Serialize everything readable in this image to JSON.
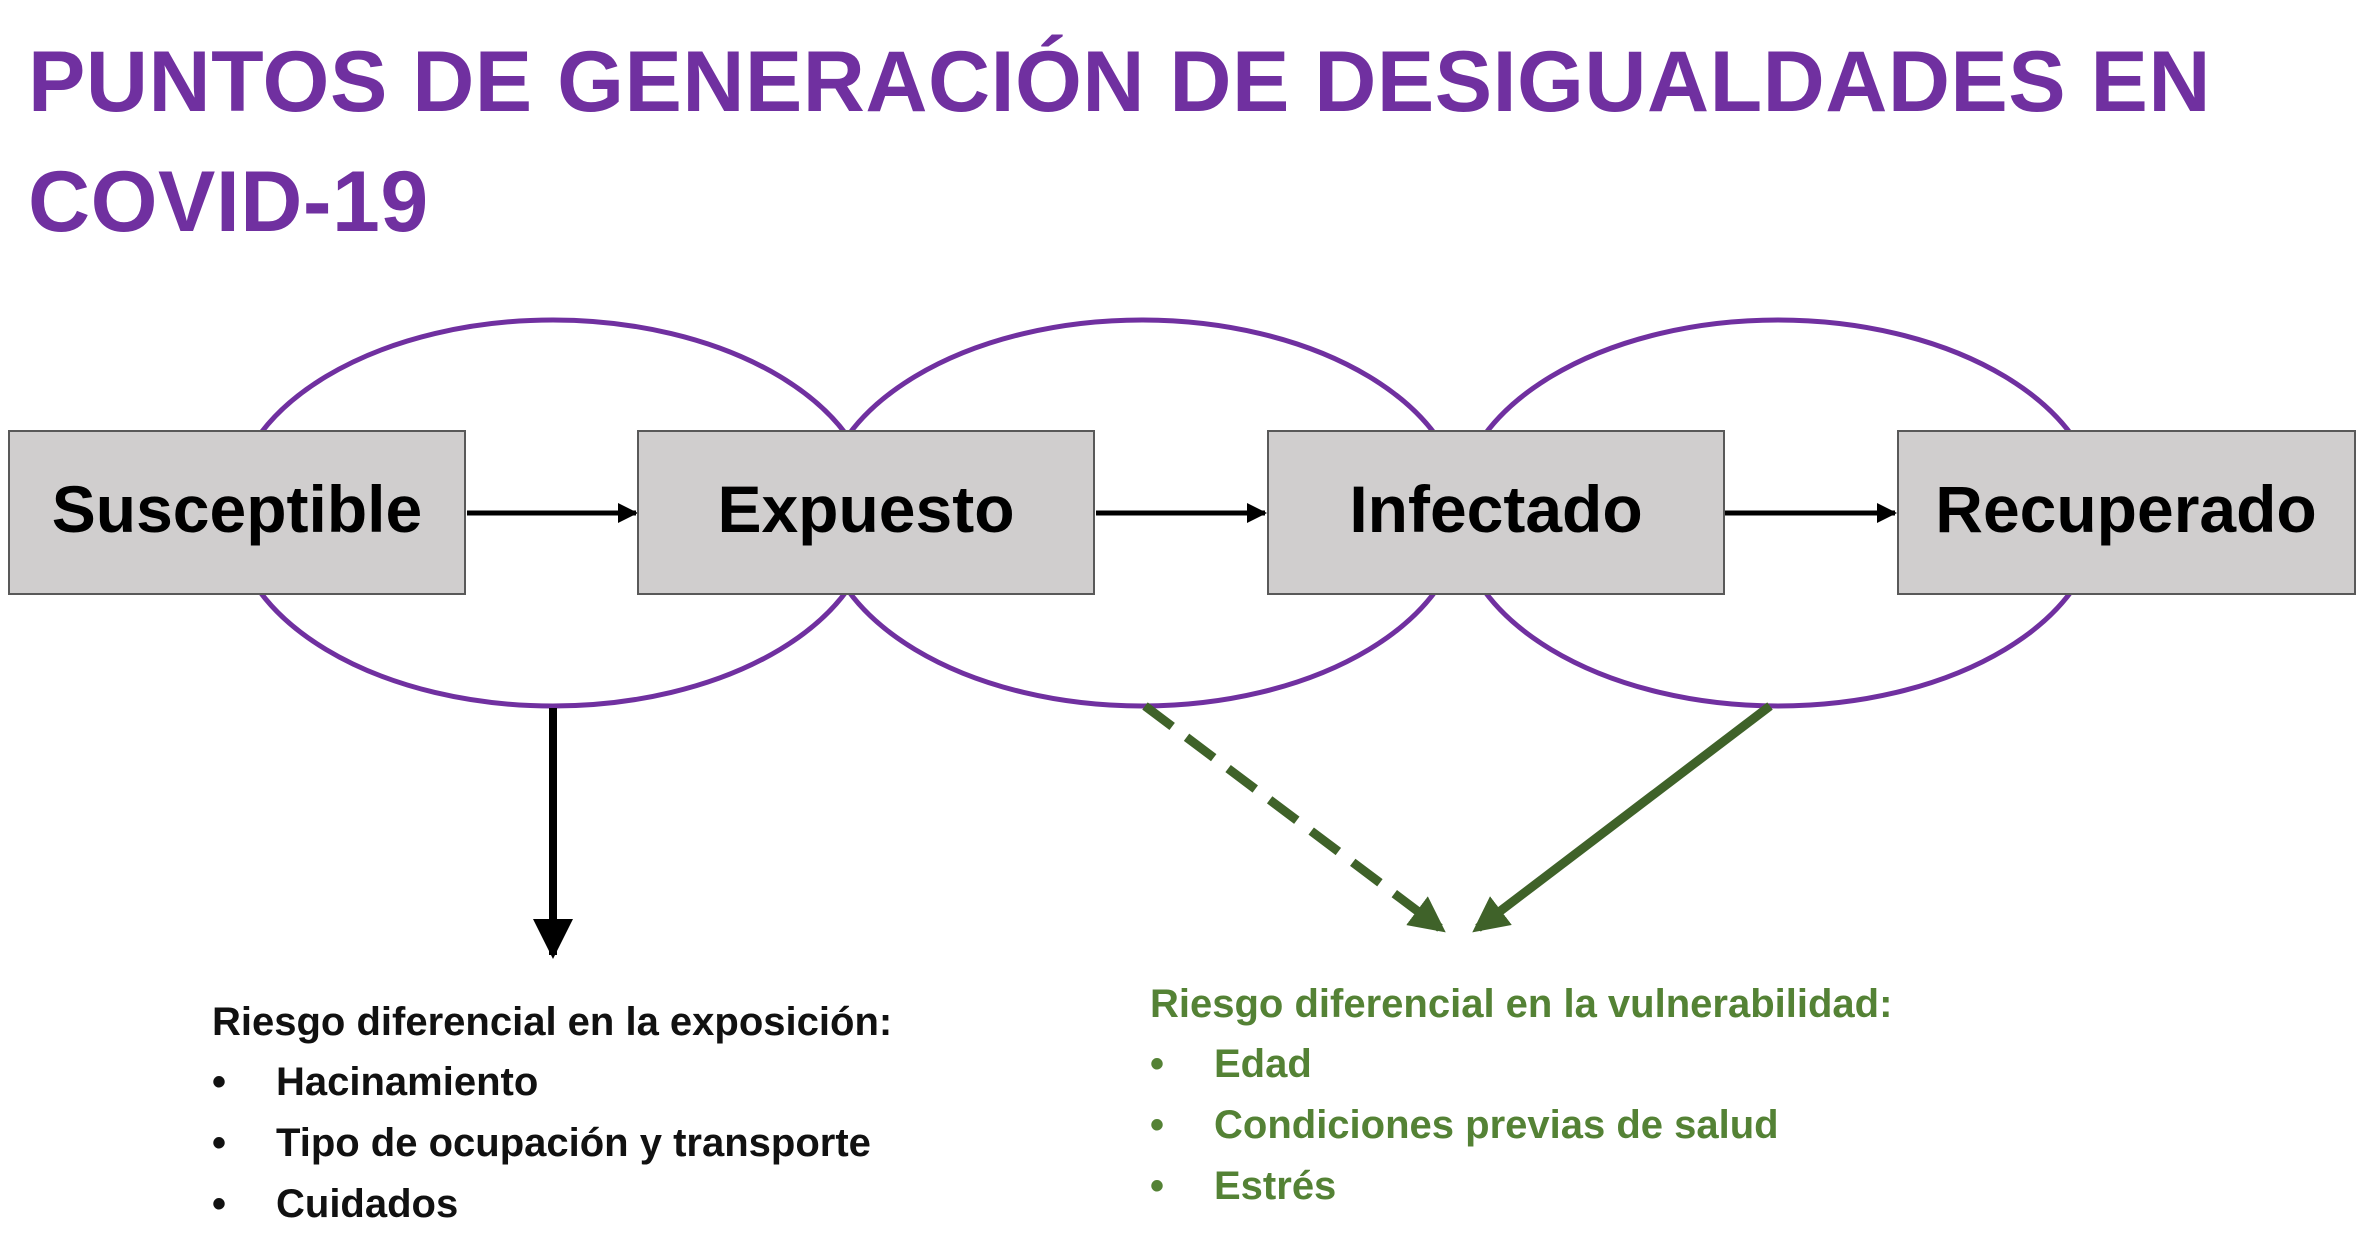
{
  "title": "PUNTOS DE GENERACIÓN DE DESIGUALDADES EN COVID-19",
  "stages": [
    "Susceptible",
    "Expuesto",
    "Infectado",
    "Recuperado"
  ],
  "exposure_risk": {
    "heading": "Riesgo diferencial en la exposición:",
    "items": [
      "Hacinamiento",
      "Tipo de ocupación y transporte",
      "Cuidados"
    ]
  },
  "vulnerability_risk": {
    "heading": "Riesgo diferencial en la vulnerabilidad:",
    "items": [
      "Edad",
      "Condiciones previas de salud",
      "Estrés"
    ]
  },
  "bullet": "•",
  "colors": {
    "title": "#7030a0",
    "ellipse": "#7030a0",
    "box_fill": "#d0cece",
    "green": "#3f6229",
    "green_text": "#548235"
  }
}
